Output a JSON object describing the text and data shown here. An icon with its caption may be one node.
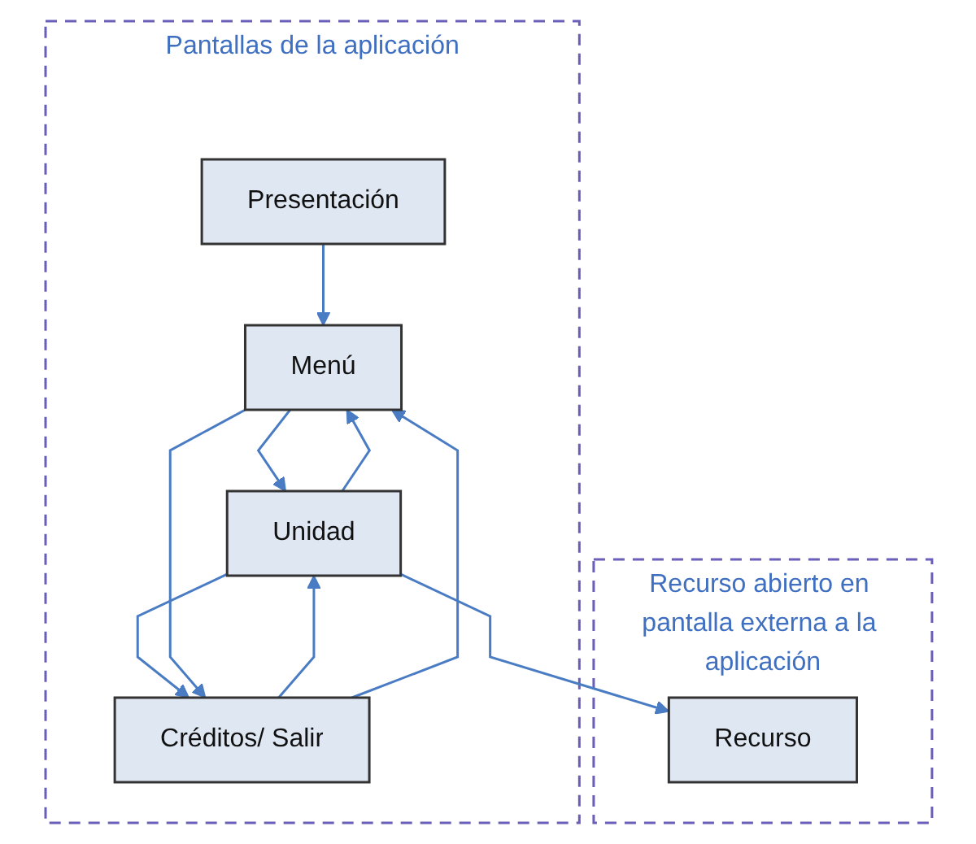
{
  "diagram": {
    "nodes": [
      {
        "text": [
          "Pantallas de la aplicación"
        ]
      },
      {
        "text": [
          "Presentación"
        ],
        "in": 0
      },
      {
        "text": [
          "Menú"
        ],
        "in": 0
      },
      {
        "text": [
          "Unidad"
        ],
        "in": 0
      },
      {
        "text": [
          "Créditos/ Salir"
        ],
        "in": 0
      },
      {
        "text": [
          "Recurso abierto en pantalla externa a la aplicación"
        ]
      },
      {
        "text": [
          "Recurso"
        ],
        "in": 5
      }
    ],
    "edges": [
      {
        "from": 1,
        "to": 2,
        "arrow": "to"
      },
      {
        "from": 2,
        "to": 3,
        "arrow": "to"
      },
      {
        "from": 3,
        "to": 2,
        "arrow": "to"
      },
      {
        "from": 3,
        "to": 4,
        "arrow": "to"
      },
      {
        "from": 4,
        "to": 3,
        "arrow": "to"
      },
      {
        "from": 2,
        "to": 4,
        "arrow": "to"
      },
      {
        "from": 4,
        "to": 2,
        "arrow": "to"
      },
      {
        "from": 3,
        "to": 6,
        "arrow": "to"
      }
    ]
  }
}
